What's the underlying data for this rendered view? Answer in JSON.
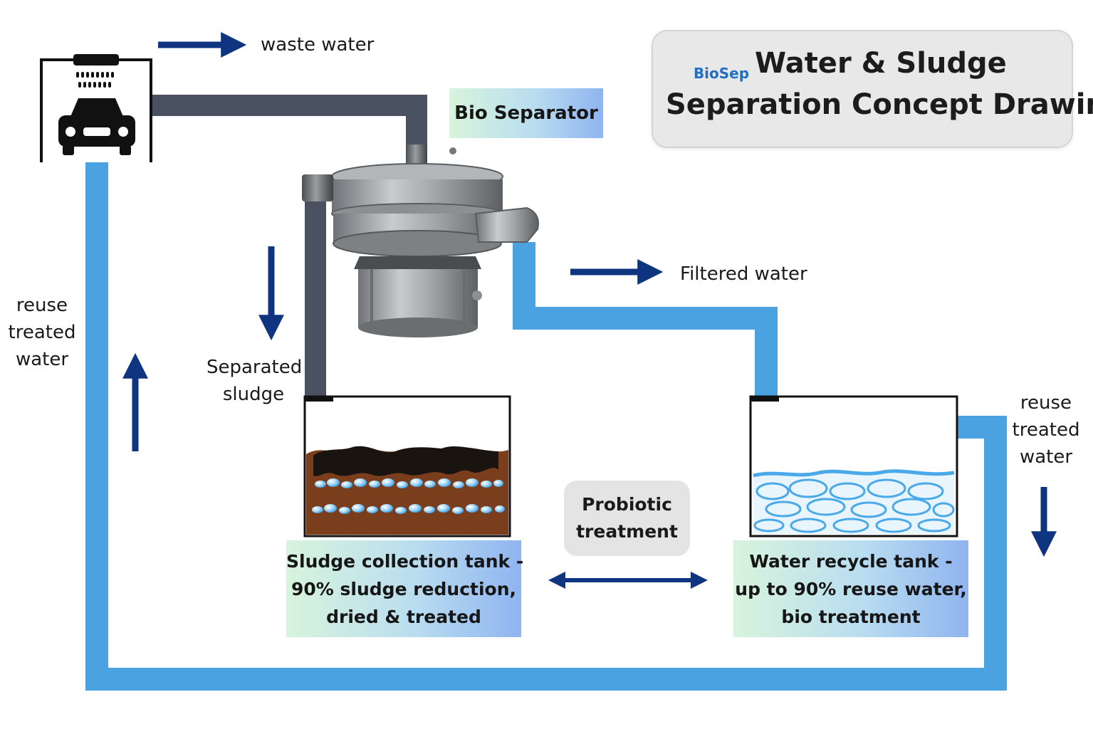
{
  "title": {
    "line1": "Water & Sludge",
    "line2": "Separation Concept Drawing",
    "logo_text": "BioSep"
  },
  "labels": {
    "waste_water": "waste water",
    "bio_separator": "Bio Separator",
    "filtered_water": "Filtered water",
    "separated_sludge": [
      "Separated",
      "sludge"
    ],
    "reuse_left": [
      "reuse",
      "treated",
      "water"
    ],
    "reuse_right": [
      "reuse",
      "treated",
      "water"
    ],
    "probiotic": [
      "Probiotic",
      "treatment"
    ]
  },
  "tanks": {
    "sludge": {
      "caption": [
        "Sludge collection tank -",
        "90% sludge reduction,",
        "dried & treated"
      ]
    },
    "water": {
      "caption": [
        "Water recycle tank -",
        "up to 90% reuse water,",
        "bio treatment"
      ]
    }
  },
  "icons": [
    "car-wash-icon",
    "biosep-logo-icon",
    "bio-separator-machine-icon"
  ],
  "colors": {
    "waste_pipe": "#4a5262",
    "clean_pipe": "#4aa3e0",
    "arrow": "#0f3580",
    "sludge": "#7a3e1c",
    "water_bubbles": "#4aa9e8"
  }
}
